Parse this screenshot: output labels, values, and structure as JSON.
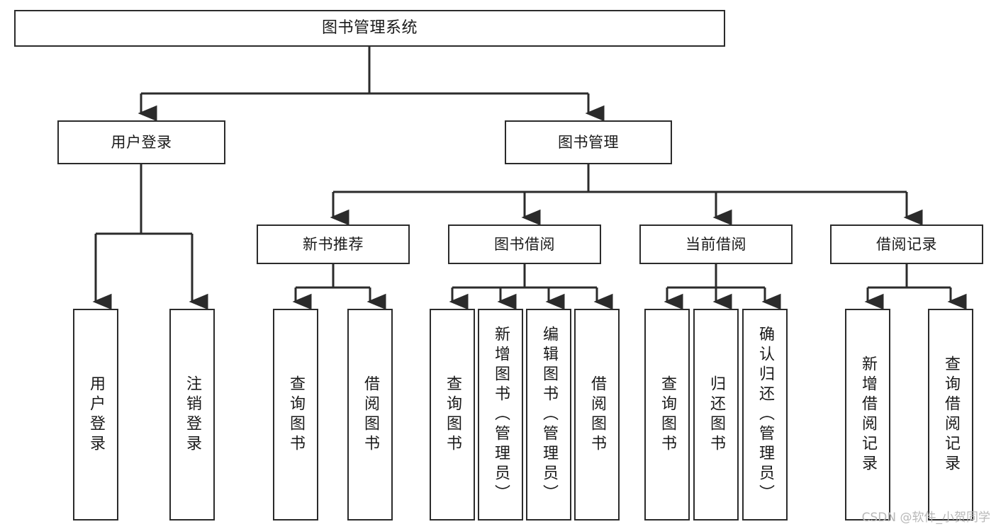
{
  "diagram": {
    "title": "图书管理系统",
    "watermark": "CSDN @软件_小贺同学",
    "line_color": "#2b2b2b",
    "box_fill": "#ffffff",
    "text_color": "#1a1a1a",
    "watermark_color": "#b8b8b8",
    "levels": {
      "level1": [
        {
          "label": "图书管理系统"
        }
      ],
      "level2": [
        {
          "label": "用户登录"
        },
        {
          "label": "图书管理"
        }
      ],
      "level3": [
        {
          "label": "新书推荐"
        },
        {
          "label": "图书借阅"
        },
        {
          "label": "当前借阅"
        },
        {
          "label": "借阅记录"
        }
      ],
      "level4": [
        {
          "label": "用户登录",
          "parent": "用户登录"
        },
        {
          "label": "注销登录",
          "parent": "用户登录"
        },
        {
          "label": "查询图书",
          "parent": "新书推荐"
        },
        {
          "label": "借阅图书",
          "parent": "新书推荐"
        },
        {
          "label": "查询图书",
          "parent": "图书借阅"
        },
        {
          "label": "新增图书（管理员）",
          "parent": "图书借阅"
        },
        {
          "label": "编辑图书（管理员）",
          "parent": "图书借阅"
        },
        {
          "label": "借阅图书",
          "parent": "图书借阅"
        },
        {
          "label": "查询图书",
          "parent": "当前借阅"
        },
        {
          "label": "归还图书",
          "parent": "当前借阅"
        },
        {
          "label": "确认归还（管理员）",
          "parent": "当前借阅"
        },
        {
          "label": "新增借阅记录",
          "parent": "借阅记录"
        },
        {
          "label": "查询借阅记录",
          "parent": "借阅记录"
        }
      ]
    }
  }
}
